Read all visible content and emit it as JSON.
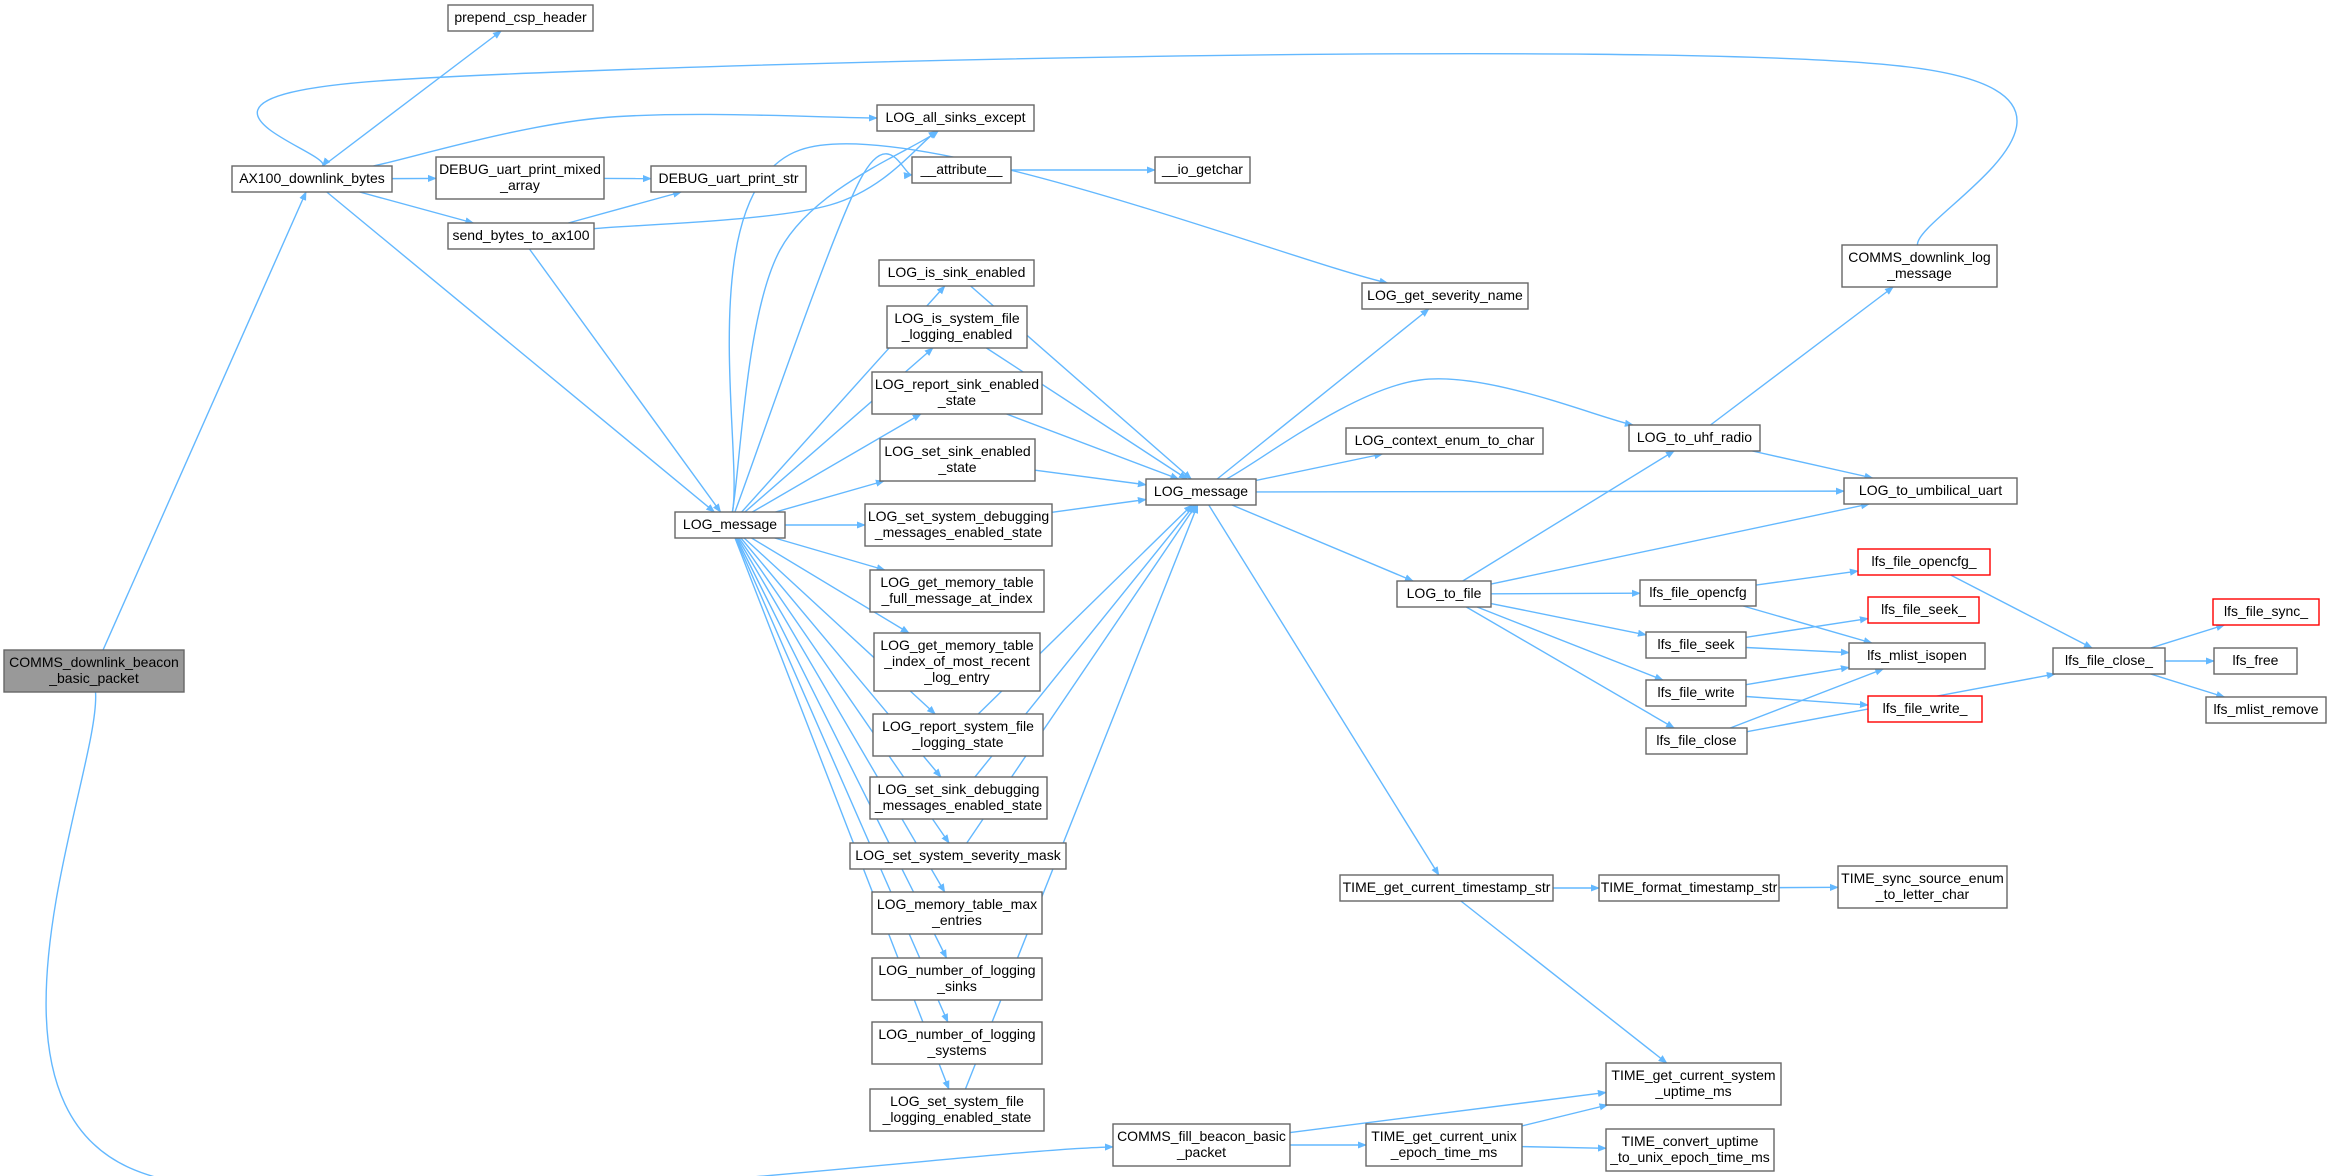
{
  "colors": {
    "edge": "#63b8ff",
    "node_border": "#666666",
    "root_fill": "#999999",
    "truncated_border": "#ff0000",
    "background": "#ffffff"
  },
  "nodes": [
    {
      "id": "root",
      "lines": [
        "COMMS_downlink_beacon",
        "_basic_packet"
      ],
      "kind": "root"
    },
    {
      "id": "ax100",
      "lines": [
        "AX100_downlink_bytes"
      ]
    },
    {
      "id": "prepend",
      "lines": [
        "prepend_csp_header"
      ]
    },
    {
      "id": "dbg_mixed",
      "lines": [
        "DEBUG_uart_print_mixed",
        "_array"
      ]
    },
    {
      "id": "send_bytes",
      "lines": [
        "send_bytes_to_ax100"
      ]
    },
    {
      "id": "dbg_str",
      "lines": [
        "DEBUG_uart_print_str"
      ]
    },
    {
      "id": "log_all",
      "lines": [
        "LOG_all_sinks_except"
      ]
    },
    {
      "id": "log_msg1",
      "lines": [
        "LOG_message"
      ]
    },
    {
      "id": "attr",
      "lines": [
        "__attribute__"
      ]
    },
    {
      "id": "getchar",
      "lines": [
        "__io_getchar"
      ]
    },
    {
      "id": "is_sink",
      "lines": [
        "LOG_is_sink_enabled"
      ]
    },
    {
      "id": "is_sysfile",
      "lines": [
        "LOG_is_system_file",
        "_logging_enabled"
      ]
    },
    {
      "id": "rep_sink",
      "lines": [
        "LOG_report_sink_enabled",
        "_state"
      ]
    },
    {
      "id": "set_sink",
      "lines": [
        "LOG_set_sink_enabled",
        "_state"
      ]
    },
    {
      "id": "set_sysdbg",
      "lines": [
        "LOG_set_system_debugging",
        "_messages_enabled_state"
      ]
    },
    {
      "id": "mem_full",
      "lines": [
        "LOG_get_memory_table",
        "_full_message_at_index"
      ]
    },
    {
      "id": "mem_idx",
      "lines": [
        "LOG_get_memory_table",
        "_index_of_most_recent",
        "_log_entry"
      ]
    },
    {
      "id": "rep_sysfile",
      "lines": [
        "LOG_report_system_file",
        "_logging_state"
      ]
    },
    {
      "id": "set_sinkdbg",
      "lines": [
        "LOG_set_sink_debugging",
        "_messages_enabled_state"
      ]
    },
    {
      "id": "set_sev",
      "lines": [
        "LOG_set_system_severity_mask"
      ]
    },
    {
      "id": "mem_max",
      "lines": [
        "LOG_memory_table_max",
        "_entries"
      ]
    },
    {
      "id": "num_sinks",
      "lines": [
        "LOG_number_of_logging",
        "_sinks"
      ]
    },
    {
      "id": "num_sys",
      "lines": [
        "LOG_number_of_logging",
        "_systems"
      ]
    },
    {
      "id": "set_sysfile",
      "lines": [
        "LOG_set_system_file",
        "_logging_enabled_state"
      ]
    },
    {
      "id": "log_msg2",
      "lines": [
        "LOG_message"
      ]
    },
    {
      "id": "sev_name",
      "lines": [
        "LOG_get_severity_name"
      ]
    },
    {
      "id": "ctx_enum",
      "lines": [
        "LOG_context_enum_to_char"
      ]
    },
    {
      "id": "to_uhf",
      "lines": [
        "LOG_to_uhf_radio"
      ]
    },
    {
      "id": "comms_dl_log",
      "lines": [
        "COMMS_downlink_log",
        "_message"
      ]
    },
    {
      "id": "to_umb",
      "lines": [
        "LOG_to_umbilical_uart"
      ]
    },
    {
      "id": "to_file",
      "lines": [
        "LOG_to_file"
      ]
    },
    {
      "id": "file_opencfg",
      "lines": [
        "lfs_file_opencfg"
      ]
    },
    {
      "id": "file_opencfg_",
      "lines": [
        "lfs_file_opencfg_"
      ],
      "kind": "trunc"
    },
    {
      "id": "file_seek",
      "lines": [
        "lfs_file_seek"
      ]
    },
    {
      "id": "file_seek_",
      "lines": [
        "lfs_file_seek_"
      ],
      "kind": "trunc"
    },
    {
      "id": "mlist_isopen",
      "lines": [
        "lfs_mlist_isopen"
      ]
    },
    {
      "id": "file_write",
      "lines": [
        "lfs_file_write"
      ]
    },
    {
      "id": "file_write_",
      "lines": [
        "lfs_file_write_"
      ],
      "kind": "trunc"
    },
    {
      "id": "file_close",
      "lines": [
        "lfs_file_close"
      ]
    },
    {
      "id": "file_close_",
      "lines": [
        "lfs_file_close_"
      ]
    },
    {
      "id": "file_sync_",
      "lines": [
        "lfs_file_sync_"
      ],
      "kind": "trunc"
    },
    {
      "id": "lfs_free",
      "lines": [
        "lfs_free"
      ]
    },
    {
      "id": "mlist_remove",
      "lines": [
        "lfs_mlist_remove"
      ]
    },
    {
      "id": "time_ts",
      "lines": [
        "TIME_get_current_timestamp_str"
      ]
    },
    {
      "id": "time_fmt",
      "lines": [
        "TIME_format_timestamp_str"
      ]
    },
    {
      "id": "time_sync",
      "lines": [
        "TIME_sync_source_enum",
        "_to_letter_char"
      ]
    },
    {
      "id": "time_uptime",
      "lines": [
        "TIME_get_current_system",
        "_uptime_ms"
      ]
    },
    {
      "id": "comms_fill",
      "lines": [
        "COMMS_fill_beacon_basic",
        "_packet"
      ]
    },
    {
      "id": "time_unix",
      "lines": [
        "TIME_get_current_unix",
        "_epoch_time_ms"
      ]
    },
    {
      "id": "time_conv",
      "lines": [
        "TIME_convert_uptime",
        "_to_unix_epoch_time_ms"
      ]
    }
  ],
  "edges": [
    [
      "root",
      "ax100"
    ],
    [
      "root",
      "comms_fill"
    ],
    [
      "ax100",
      "prepend"
    ],
    [
      "ax100",
      "dbg_mixed"
    ],
    [
      "ax100",
      "send_bytes"
    ],
    [
      "ax100",
      "log_all"
    ],
    [
      "ax100",
      "log_msg1"
    ],
    [
      "dbg_mixed",
      "dbg_str"
    ],
    [
      "send_bytes",
      "dbg_str"
    ],
    [
      "send_bytes",
      "log_all"
    ],
    [
      "send_bytes",
      "log_msg1"
    ],
    [
      "log_msg1",
      "log_all"
    ],
    [
      "log_msg1",
      "attr"
    ],
    [
      "log_msg1",
      "sev_name"
    ],
    [
      "log_msg1",
      "is_sink"
    ],
    [
      "log_msg1",
      "is_sysfile"
    ],
    [
      "log_msg1",
      "rep_sink"
    ],
    [
      "log_msg1",
      "set_sink"
    ],
    [
      "log_msg1",
      "set_sysdbg"
    ],
    [
      "log_msg1",
      "mem_full"
    ],
    [
      "log_msg1",
      "mem_idx"
    ],
    [
      "log_msg1",
      "rep_sysfile"
    ],
    [
      "log_msg1",
      "set_sinkdbg"
    ],
    [
      "log_msg1",
      "set_sev"
    ],
    [
      "log_msg1",
      "mem_max"
    ],
    [
      "log_msg1",
      "num_sinks"
    ],
    [
      "log_msg1",
      "num_sys"
    ],
    [
      "log_msg1",
      "set_sysfile"
    ],
    [
      "attr",
      "getchar"
    ],
    [
      "is_sink",
      "log_msg2"
    ],
    [
      "is_sysfile",
      "log_msg2"
    ],
    [
      "rep_sink",
      "log_msg2"
    ],
    [
      "set_sink",
      "log_msg2"
    ],
    [
      "set_sysdbg",
      "log_msg2"
    ],
    [
      "rep_sysfile",
      "log_msg2"
    ],
    [
      "set_sinkdbg",
      "log_msg2"
    ],
    [
      "set_sev",
      "log_msg2"
    ],
    [
      "set_sysfile",
      "log_msg2"
    ],
    [
      "log_msg2",
      "sev_name"
    ],
    [
      "log_msg2",
      "ctx_enum"
    ],
    [
      "log_msg2",
      "to_uhf"
    ],
    [
      "log_msg2",
      "to_umb"
    ],
    [
      "log_msg2",
      "to_file"
    ],
    [
      "log_msg2",
      "time_ts"
    ],
    [
      "to_uhf",
      "comms_dl_log"
    ],
    [
      "to_uhf",
      "to_umb"
    ],
    [
      "comms_dl_log",
      "ax100"
    ],
    [
      "to_file",
      "to_uhf"
    ],
    [
      "to_file",
      "to_umb"
    ],
    [
      "to_file",
      "file_opencfg"
    ],
    [
      "to_file",
      "file_seek"
    ],
    [
      "to_file",
      "file_write"
    ],
    [
      "to_file",
      "file_close"
    ],
    [
      "file_opencfg",
      "file_opencfg_"
    ],
    [
      "file_opencfg",
      "mlist_isopen"
    ],
    [
      "file_opencfg_",
      "file_close_"
    ],
    [
      "file_seek",
      "file_seek_"
    ],
    [
      "file_seek",
      "mlist_isopen"
    ],
    [
      "file_write",
      "mlist_isopen"
    ],
    [
      "file_write",
      "file_write_"
    ],
    [
      "file_close",
      "mlist_isopen"
    ],
    [
      "file_close",
      "file_close_"
    ],
    [
      "file_close_",
      "file_sync_"
    ],
    [
      "file_close_",
      "lfs_free"
    ],
    [
      "file_close_",
      "mlist_remove"
    ],
    [
      "time_ts",
      "time_fmt"
    ],
    [
      "time_ts",
      "time_uptime"
    ],
    [
      "time_fmt",
      "time_sync"
    ],
    [
      "comms_fill",
      "time_uptime"
    ],
    [
      "comms_fill",
      "time_unix"
    ],
    [
      "time_unix",
      "time_uptime"
    ],
    [
      "time_unix",
      "time_conv"
    ]
  ]
}
